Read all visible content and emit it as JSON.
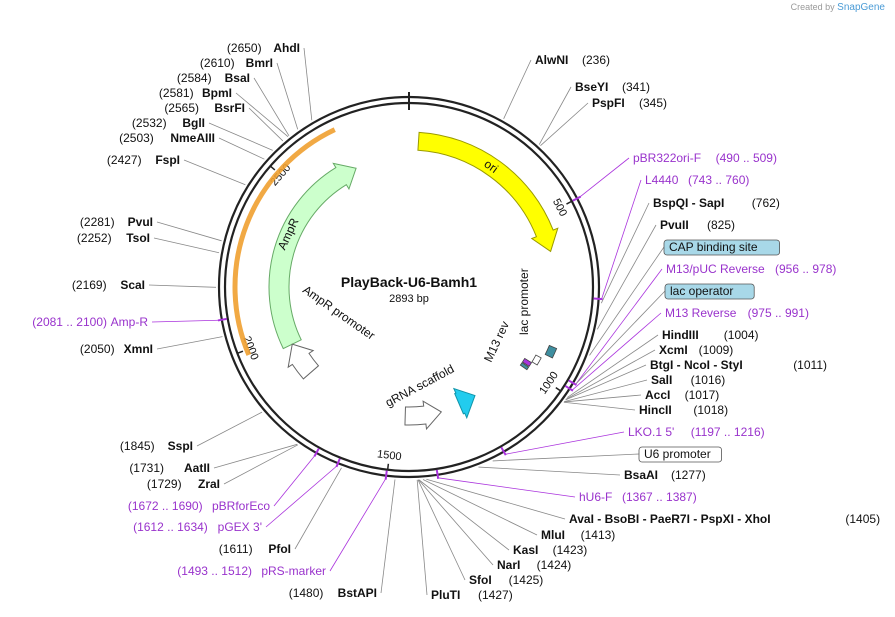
{
  "brand": {
    "created_by": "Created by",
    "app": "SnapGene"
  },
  "plasmid": {
    "name": "PlayBack-U6-Bamh1",
    "length_label": "2893 bp",
    "length": 2893
  },
  "ticks": [
    {
      "pos": 500,
      "label": "500"
    },
    {
      "pos": 1000,
      "label": "1000"
    },
    {
      "pos": 1500,
      "label": "1500"
    },
    {
      "pos": 2000,
      "label": "2000"
    },
    {
      "pos": 2500,
      "label": "2500"
    }
  ],
  "colors": {
    "ori": "#ffff00",
    "ampr": "#ccffcc",
    "ampr_outline": "#66aa66",
    "ampr_highlight": "#f0a030",
    "promoter": "#ffffff",
    "gRNA": "#ffffff",
    "u6": "#22ccee",
    "m13_rev": "#3f8fa0",
    "lac_promoter": "#ffffff",
    "primer": "#aa33dd",
    "misc_box": "#a8d8e8",
    "enzyme_text": "#111111",
    "primer_text": "#9933cc",
    "backbone": "#222222"
  },
  "features": [
    {
      "name": "ori",
      "label": "ori"
    },
    {
      "name": "ampr",
      "label": "AmpR"
    },
    {
      "name": "ampr-promoter",
      "label": "AmpR promoter"
    },
    {
      "name": "lac-promoter",
      "label": "lac promoter"
    },
    {
      "name": "m13-rev",
      "label": "M13 rev"
    },
    {
      "name": "grna-scaffold",
      "label": "gRNA scaffold"
    }
  ],
  "labels": [
    {
      "text": "AhdI",
      "num": "(2650)",
      "side": "L",
      "pos": 2650
    },
    {
      "text": "BmrI",
      "num": "(2610)",
      "side": "L",
      "pos": 2610
    },
    {
      "text": "BsaI",
      "num": "(2584)",
      "side": "L",
      "pos": 2584
    },
    {
      "text": "BpmI",
      "num": "(2581)",
      "side": "L",
      "pos": 2581
    },
    {
      "text": "BsrFI",
      "num": "(2565)",
      "side": "L",
      "pos": 2565
    },
    {
      "text": "BglI",
      "num": "(2532)",
      "side": "L",
      "pos": 2532
    },
    {
      "text": "NmeAIII",
      "num": "(2503)",
      "side": "L",
      "pos": 2503
    },
    {
      "text": "FspI",
      "num": "(2427)",
      "side": "L",
      "pos": 2427
    },
    {
      "text": "PvuI",
      "num": "(2281)",
      "side": "L",
      "pos": 2281
    },
    {
      "text": "TsoI",
      "num": "(2252)",
      "side": "L",
      "pos": 2252
    },
    {
      "text": "ScaI",
      "num": "(2169)",
      "side": "L",
      "pos": 2169
    },
    {
      "text": "Amp-R",
      "num": "(2081 .. 2100)",
      "side": "L",
      "pos": 2090,
      "kind": "primer"
    },
    {
      "text": "XmnI",
      "num": "(2050)",
      "side": "L",
      "pos": 2050
    },
    {
      "text": "SspI",
      "num": "(1845)",
      "side": "L",
      "pos": 1845
    },
    {
      "text": "AatII",
      "num": "(1731)",
      "side": "L",
      "pos": 1731
    },
    {
      "text": "ZraI",
      "num": "(1729)",
      "side": "L",
      "pos": 1729
    },
    {
      "text": "pBRforEco",
      "num": "(1672 .. 1690)",
      "side": "L",
      "pos": 1681,
      "kind": "primer"
    },
    {
      "text": "pGEX 3'",
      "num": "(1612 .. 1634)",
      "side": "L",
      "pos": 1623,
      "kind": "primer"
    },
    {
      "text": "PfoI",
      "num": "(1611)",
      "side": "L",
      "pos": 1611
    },
    {
      "text": "pRS-marker",
      "num": "(1493 .. 1512)",
      "side": "L",
      "pos": 1502,
      "kind": "primer"
    },
    {
      "text": "BstAPI",
      "num": "(1480)",
      "side": "L",
      "pos": 1480
    },
    {
      "text": "AlwNI",
      "num": "(236)",
      "side": "R",
      "pos": 236
    },
    {
      "text": "BseYI",
      "num": "(341)",
      "side": "R",
      "pos": 341
    },
    {
      "text": "PspFI",
      "num": "(345)",
      "side": "R",
      "pos": 345
    },
    {
      "text": "pBR322ori-F",
      "num": "(490 .. 509)",
      "side": "R",
      "pos": 500,
      "kind": "primer"
    },
    {
      "text": "L4440",
      "num": "(743 .. 760)",
      "side": "R",
      "pos": 752,
      "kind": "primer"
    },
    {
      "text": "BspQI - SapI",
      "num": "(762)",
      "side": "R",
      "pos": 762
    },
    {
      "text": "PvuII",
      "num": "(825)",
      "side": "R",
      "pos": 825
    },
    {
      "text": "CAP binding site",
      "num": "",
      "side": "R",
      "pos": 890,
      "kind": "box"
    },
    {
      "text": "M13/pUC Reverse",
      "num": "(956 .. 978)",
      "side": "R",
      "pos": 967,
      "kind": "primer"
    },
    {
      "text": "lac operator",
      "num": "",
      "side": "R",
      "pos": 965,
      "kind": "box"
    },
    {
      "text": "M13 Reverse",
      "num": "(975 .. 991)",
      "side": "R",
      "pos": 983,
      "kind": "primer"
    },
    {
      "text": "HindIII",
      "num": "(1004)",
      "side": "R",
      "pos": 1004
    },
    {
      "text": "XcmI",
      "num": "(1009)",
      "side": "R",
      "pos": 1009
    },
    {
      "text": "BtgI - NcoI - StyI",
      "num": "(1011)",
      "side": "R",
      "pos": 1011
    },
    {
      "text": "SalI",
      "num": "(1016)",
      "side": "R",
      "pos": 1016
    },
    {
      "text": "AccI",
      "num": "(1017)",
      "side": "R",
      "pos": 1017
    },
    {
      "text": "HincII",
      "num": "(1018)",
      "side": "R",
      "pos": 1018
    },
    {
      "text": "LKO.1 5'",
      "num": "(1197 .. 1216)",
      "side": "R",
      "pos": 1206,
      "kind": "primer"
    },
    {
      "text": "U6 promoter",
      "num": "",
      "side": "R",
      "pos": 1240,
      "kind": "box-white"
    },
    {
      "text": "BsaAI",
      "num": "(1277)",
      "side": "R",
      "pos": 1277
    },
    {
      "text": "hU6-F",
      "num": "(1367 .. 1387)",
      "side": "R",
      "pos": 1377,
      "kind": "primer"
    },
    {
      "text": "AvaI - BsoBI - PaeR7I - PspXI - XhoI",
      "num": "(1405)",
      "side": "R",
      "pos": 1405
    },
    {
      "text": "MluI",
      "num": "(1413)",
      "side": "R",
      "pos": 1413
    },
    {
      "text": "KasI",
      "num": "(1423)",
      "side": "R",
      "pos": 1423
    },
    {
      "text": "NarI",
      "num": "(1424)",
      "side": "R",
      "pos": 1424
    },
    {
      "text": "SfoI",
      "num": "(1425)",
      "side": "R",
      "pos": 1425
    },
    {
      "text": "PluTI",
      "num": "(1427)",
      "side": "R",
      "pos": 1427
    }
  ]
}
